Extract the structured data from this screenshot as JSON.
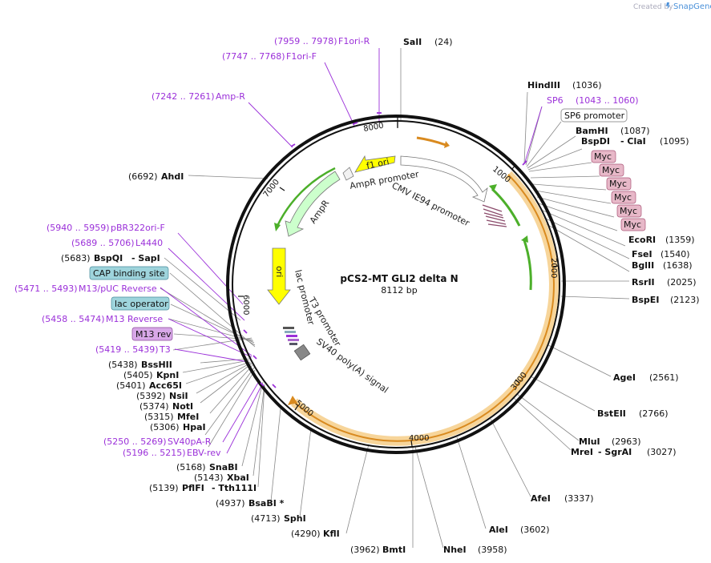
{
  "branding": {
    "created_by": "Created by",
    "brand": "SnapGene"
  },
  "plasmid": {
    "name": "pCS2-MT GLI2 delta N",
    "length": "8112 bp"
  },
  "ticks": [
    "1000",
    "2000",
    "3000",
    "4000",
    "5000",
    "6000",
    "7000",
    "8000"
  ],
  "sites": [
    {
      "name": "SalI",
      "pos": "(24)"
    },
    {
      "name": "HindIII",
      "pos": "(1036)"
    },
    {
      "name": "BamHI",
      "pos": "(1087)"
    },
    {
      "name": "BspDI",
      "alt": "- ClaI",
      "pos": "(1095)"
    },
    {
      "name": "EcoRI",
      "pos": "(1359)"
    },
    {
      "name": "FseI",
      "pos": "(1540)"
    },
    {
      "name": "BglII",
      "pos": "(1638)"
    },
    {
      "name": "RsrII",
      "pos": "(2025)"
    },
    {
      "name": "BspEI",
      "pos": "(2123)"
    },
    {
      "name": "AgeI",
      "pos": "(2561)"
    },
    {
      "name": "BstEII",
      "pos": "(2766)"
    },
    {
      "name": "MluI",
      "pos": "(2963)"
    },
    {
      "name": "MreI",
      "alt": "- SgrAI",
      "pos": "(3027)"
    },
    {
      "name": "AfeI",
      "pos": "(3337)"
    },
    {
      "name": "AleI",
      "pos": "(3602)"
    },
    {
      "name": "NheI",
      "pos": "(3958)"
    },
    {
      "name": "BmtI",
      "pos": "(3962)"
    },
    {
      "name": "KflI",
      "pos": "(4290)"
    },
    {
      "name": "SphI",
      "pos": "(4713)"
    },
    {
      "name": "BsaBI *",
      "pos": "(4937)"
    },
    {
      "name": "PflFI",
      "alt": "- Tth111I",
      "pos": "(5139)"
    },
    {
      "name": "XbaI",
      "pos": "(5143)"
    },
    {
      "name": "SnaBI",
      "pos": "(5168)"
    },
    {
      "name": "HpaI",
      "pos": "(5306)"
    },
    {
      "name": "MfeI",
      "pos": "(5315)"
    },
    {
      "name": "NotI",
      "pos": "(5374)"
    },
    {
      "name": "NsiI",
      "pos": "(5392)"
    },
    {
      "name": "Acc65I",
      "pos": "(5401)"
    },
    {
      "name": "KpnI",
      "pos": "(5405)"
    },
    {
      "name": "BssHII",
      "pos": "(5438)"
    },
    {
      "name": "BspQI",
      "alt": "- SapI",
      "pos": "(5683)"
    },
    {
      "name": "AhdI",
      "pos": "(6692)"
    }
  ],
  "primers": [
    {
      "range": "(7959 .. 7978)",
      "name": "F1ori-R"
    },
    {
      "range": "(7747 .. 7768)",
      "name": "F1ori-F"
    },
    {
      "range": "(7242 .. 7261)",
      "name": "Amp-R"
    },
    {
      "name": "SP6",
      "range": "(1043 .. 1060)"
    },
    {
      "range": "(5940 .. 5959)",
      "name": "pBR322ori-F"
    },
    {
      "range": "(5689 .. 5706)",
      "name": "L4440"
    },
    {
      "range": "(5471 .. 5493)",
      "name": "M13/pUC Reverse"
    },
    {
      "range": "(5458 .. 5474)",
      "name": "M13 Reverse"
    },
    {
      "range": "(5419 .. 5439)",
      "name": "T3"
    },
    {
      "range": "(5250 .. 5269)",
      "name": "SV40pA-R"
    },
    {
      "range": "(5196 .. 5215)",
      "name": "EBV-rev"
    }
  ],
  "boxed": {
    "sp6_promoter": "SP6 promoter",
    "myc": [
      "Myc",
      "Myc",
      "Myc",
      "Myc",
      "Myc",
      "Myc"
    ],
    "cap_binding_site": "CAP binding site",
    "lac_operator": "lac operator",
    "m13_rev": "M13 rev"
  },
  "features": {
    "f1_ori": "f1 ori",
    "ampr_promoter": "AmpR promoter",
    "ampr": "AmpR",
    "cmv": "CMV IE94 promoter",
    "ori": "ori",
    "lac_promoter": "lac promoter",
    "t3_promoter": "T3 promoter",
    "sv40": "SV40 poly(A) signal"
  },
  "colors": {
    "primer": "#9b30d9",
    "f1_ori": "#ffff00",
    "ampr": "#ccffcc",
    "insert_highlight": "#f7d59a",
    "insert_arrow": "#d98a1f",
    "myc_box": "#e7b8c8",
    "lac_box": "#9ed4dc",
    "m13_box": "#d8a8e8"
  }
}
